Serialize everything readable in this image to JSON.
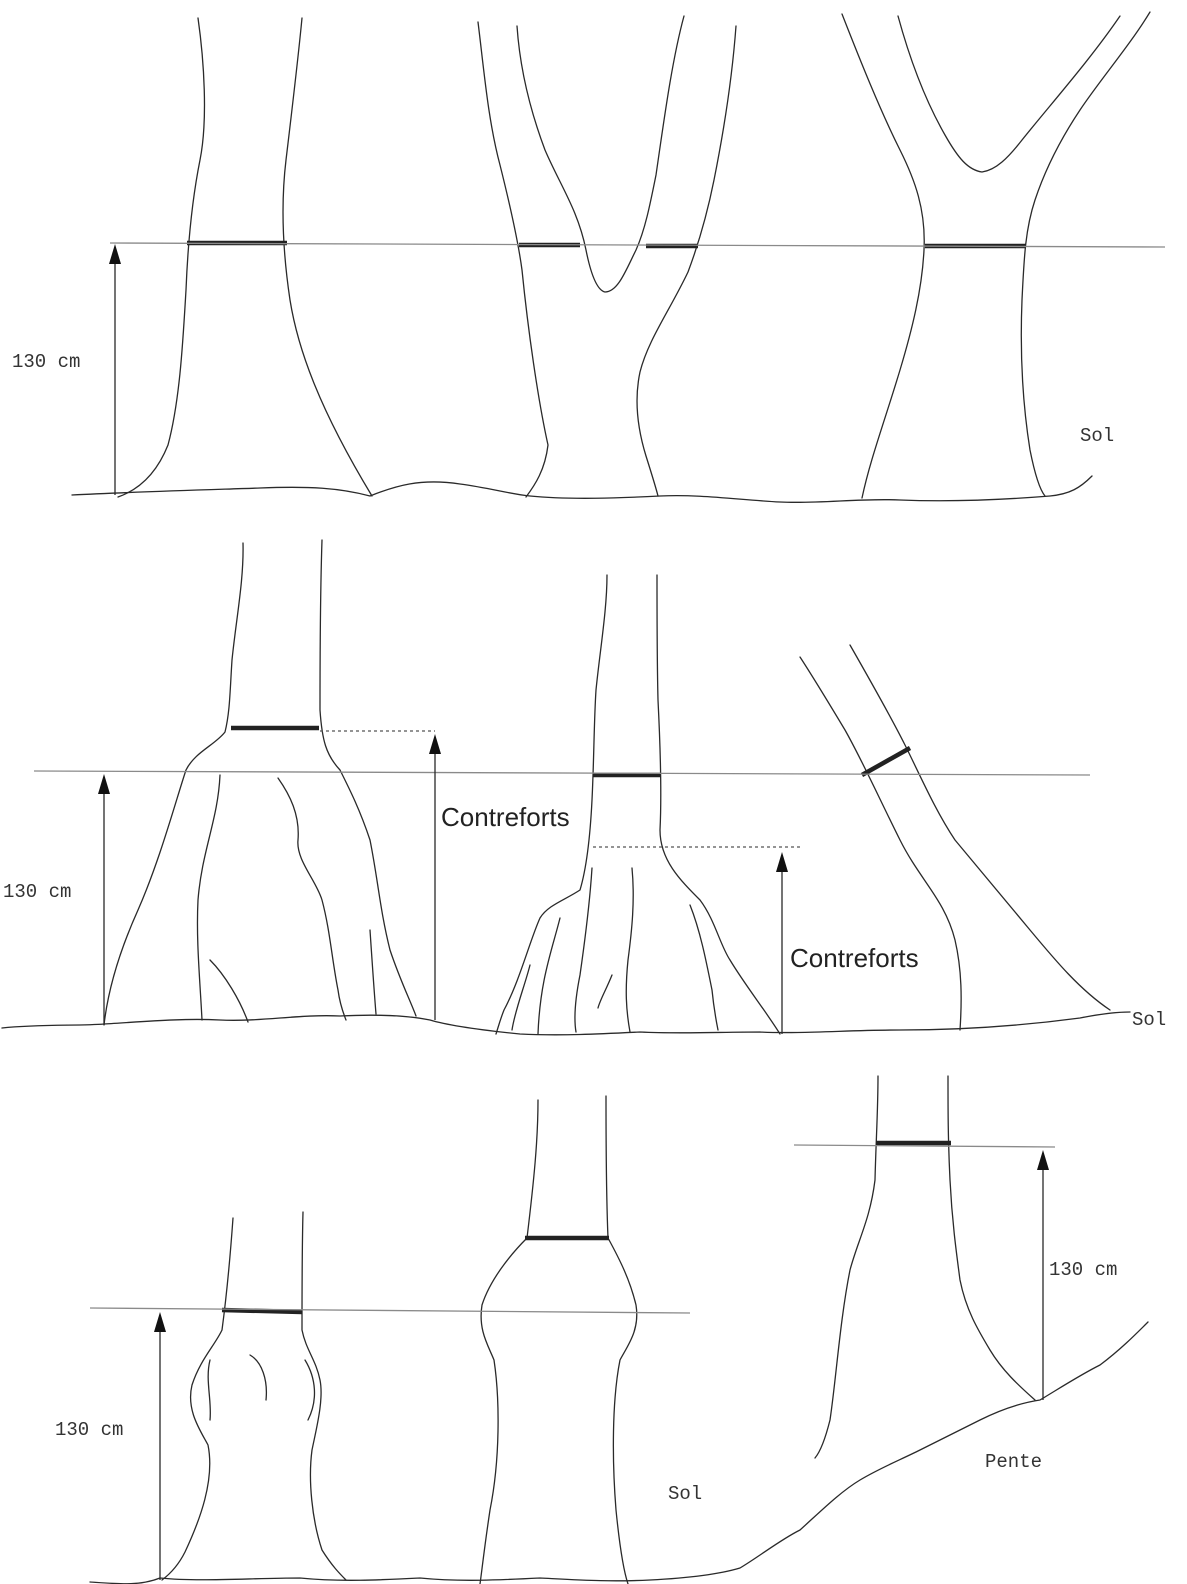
{
  "labels": {
    "height_top": "130 cm",
    "height_middle": "130 cm",
    "height_bottom_left": "130 cm",
    "height_bottom_right": "130 cm",
    "buttress_1": "Contreforts",
    "buttress_2": "Contreforts",
    "ground_top": "Sol",
    "ground_middle": "Sol",
    "ground_bottom": "Sol",
    "slope": "Pente"
  },
  "colors": {
    "line": "#2a2a2a",
    "reference_line": "#8a8a8a",
    "measurement_bar": "#222222",
    "background": "#ffffff"
  }
}
